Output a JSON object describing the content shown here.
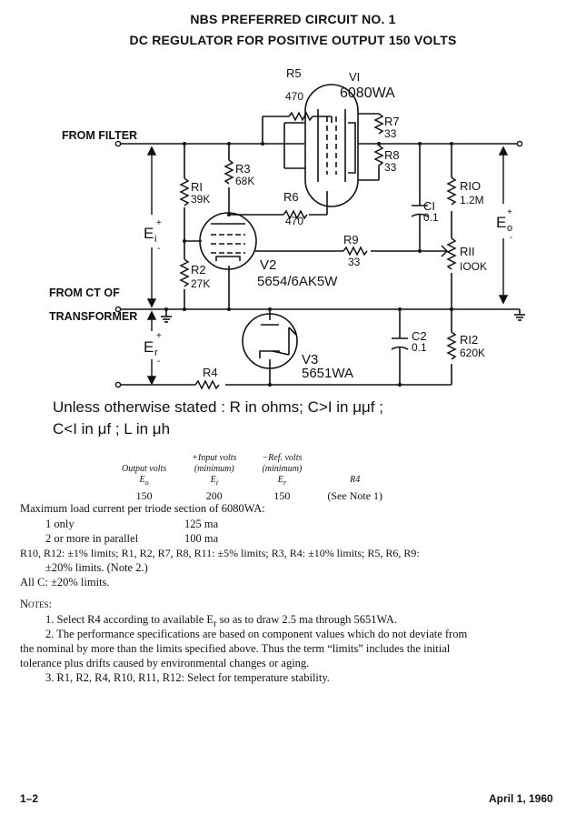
{
  "header": {
    "title_line1": "NBS PREFERRED CIRCUIT NO. 1",
    "title_line2": "DC REGULATOR FOR POSITIVE OUTPUT 150 VOLTS"
  },
  "diagram": {
    "labels": {
      "from_filter": "FROM  FILTER",
      "from_ct": "FROM  CT  OF",
      "transformer": "TRANSFORMER",
      "ei": "E",
      "ei_sub": "i",
      "er": "E",
      "er_sub": "r",
      "eo": "E",
      "eo_sub": "o",
      "plus": "+",
      "minus": "-"
    },
    "components": {
      "r5_name": "R5",
      "r5_value": "470",
      "v1_name": "VI",
      "v1_type": "6080WA",
      "r7_name": "R7",
      "r7_value": "33",
      "r8_name": "R8",
      "r8_value": "33",
      "r1_name": "RI",
      "r1_value": "39K",
      "r3_name": "R3",
      "r3_value": "68K",
      "r6_name": "R6",
      "r6_value": "470",
      "c1_name": "CI",
      "c1_value": "0.1",
      "r10_name": "RIO",
      "r10_value": "1.2M",
      "r9_name": "R9",
      "r9_value": "33",
      "r11_name": "RII",
      "r11_value": "IOOK",
      "r2_name": "R2",
      "r2_value": "27K",
      "v2_name": "V2",
      "v2_type": "5654/6AK5W",
      "c2_name": "C2",
      "c2_value": "0.1",
      "r12_name": "RI2",
      "r12_value": "620K",
      "v3_name": "V3",
      "v3_type": "5651WA",
      "r4_name": "R4"
    },
    "units_line1": "Unless  otherwise  stated :  R in  ohms;  C>I  in  μμf ;",
    "units_line2": "C<I  in  μf ;  L  in  μh"
  },
  "spec_table": {
    "headers": [
      {
        "line1": "",
        "line2": "Output volts",
        "line3": "E",
        "sub": "o"
      },
      {
        "line1": "+Input volts",
        "line2": "(minimum)",
        "line3": "E",
        "sub": "i"
      },
      {
        "line1": "−Ref. volts",
        "line2": "(minimum)",
        "line3": "E",
        "sub": "r"
      },
      {
        "line1": "",
        "line2": "",
        "line3": "R4",
        "sub": ""
      }
    ],
    "values": [
      "150",
      "200",
      "150",
      "(See Note 1)"
    ]
  },
  "load": {
    "heading": "Maximum load current per triode section of 6080WA:",
    "rows": [
      {
        "label": "1 only",
        "value": "125 ma"
      },
      {
        "label": "2 or more in parallel",
        "value": "100 ma"
      }
    ]
  },
  "tolerances": {
    "line1": "R10, R12: ±1% limits; R1, R2, R7, R8, R11: ±5% limits; R3, R4: ±10% limits; R5, R6, R9:",
    "line2": "±20% limits.   (Note 2.)",
    "line3": "All C:  ±20% limits."
  },
  "notes": {
    "heading": "Notes:",
    "n1": "1. Select R4 according to available E",
    "n1_sub": "r",
    "n1_rest": " so as to draw 2.5 ma through 5651WA.",
    "n2_line1": "2. The performance specifications are based on component values which do not deviate from",
    "n2_line2": "the nominal by more than the limits specified above.   Thus the term “limits” includes the initial",
    "n2_line3": "tolerance plus drifts caused by environmental changes or aging.",
    "n3": "3. R1, R2, R4, R10, R11, R12:  Select for temperature stability."
  },
  "footer": {
    "page": "1–2",
    "date": "April  1,  1960"
  }
}
